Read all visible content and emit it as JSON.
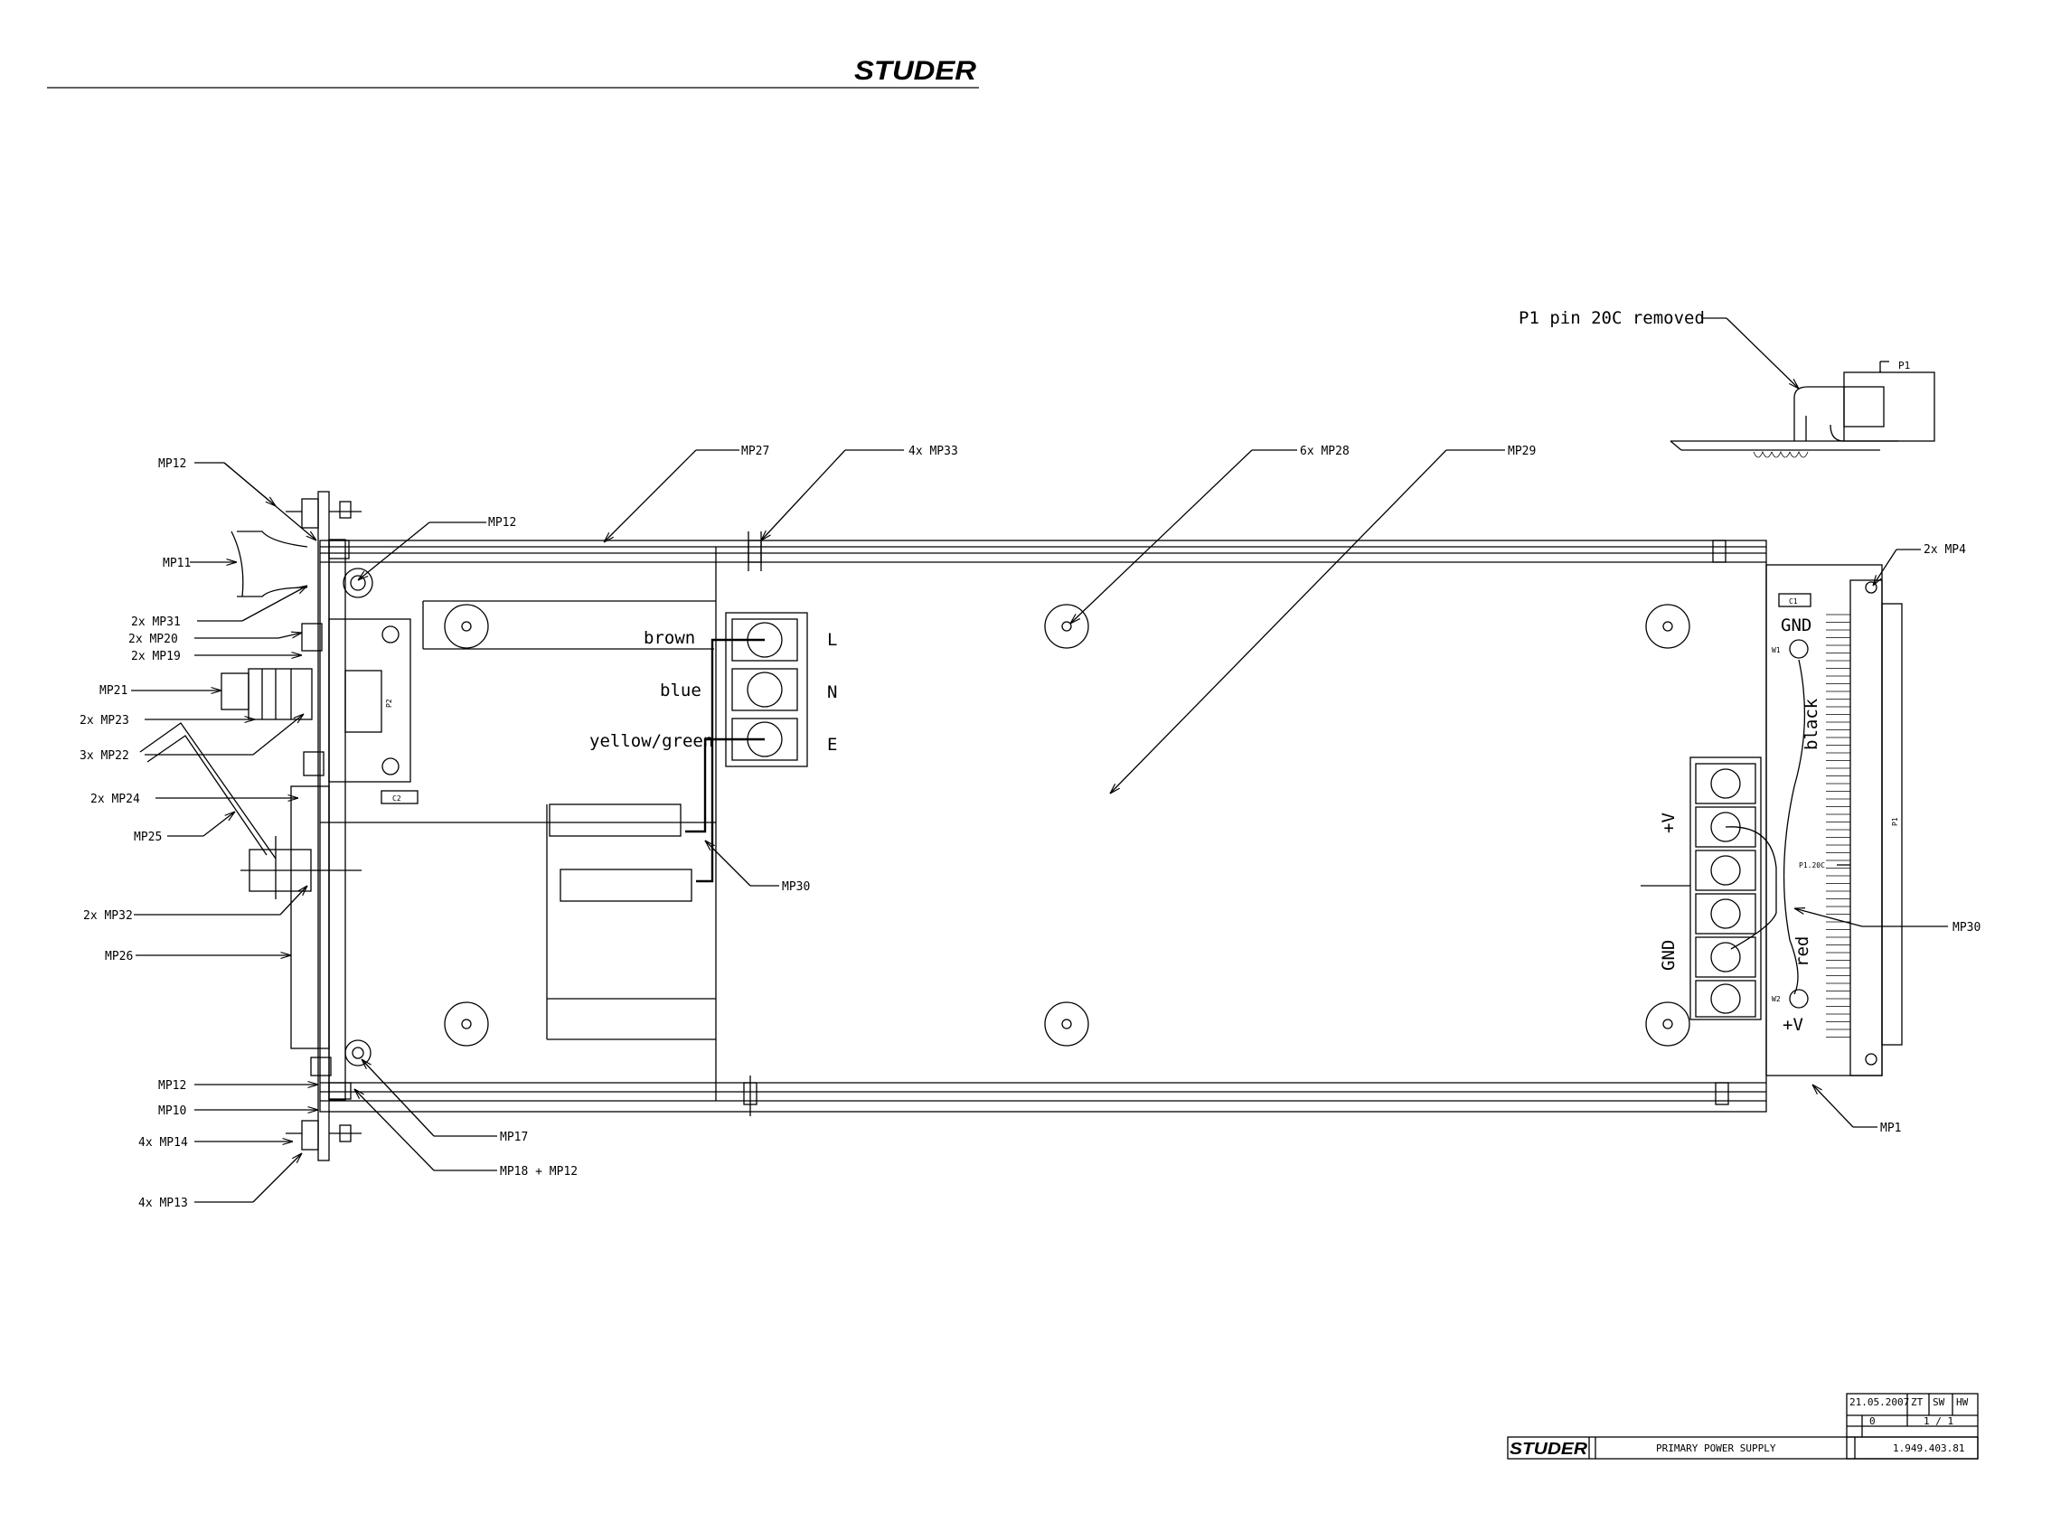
{
  "header": {
    "brand": "STUDER"
  },
  "callouts": {
    "p1_note": "P1 pin 20C removed",
    "p1_detail": "P1",
    "left": {
      "mp12_top": "MP12",
      "mp11": "MP11",
      "mp31": "2x  MP31",
      "mp20": "2x  MP20",
      "mp19": "2x  MP19",
      "mp21": "MP21",
      "mp23": "2x  MP23",
      "mp22": "3x  MP22",
      "mp24": "2x  MP24",
      "mp25": "MP25",
      "mp32": "2x  MP32",
      "mp26": "MP26",
      "mp12_bottom": "MP12",
      "mp10": "MP10",
      "mp14": "4x  MP14",
      "mp13": "4x  MP13"
    },
    "top": {
      "mp12_inner": "MP12",
      "mp27": "MP27",
      "mp33": "4x  MP33",
      "mp28": "6x  MP28",
      "mp29": "MP29"
    },
    "right": {
      "mp4": "2x  MP4",
      "mp30_right": "MP30",
      "mp1": "MP1"
    },
    "bottom": {
      "mp30_center": "MP30",
      "mp17": "MP17",
      "mp18": "MP18  +  MP12"
    }
  },
  "board": {
    "wire_brown": "brown",
    "wire_blue": "blue",
    "wire_yg": "yellow/green",
    "term_l": "L",
    "term_n": "N",
    "term_e": "E",
    "gnd_top": "GND",
    "black": "black",
    "plus_v_left": "+V",
    "gnd_left": "GND",
    "red": "red",
    "plus_v_bottom": "+V",
    "c1": "C1",
    "c2": "C2",
    "p2": "P2",
    "p1_connector": "P1",
    "p1_20c": "P1.20C",
    "w1": "W1",
    "w2": "W2"
  },
  "title_block": {
    "date": "21.05.2007",
    "col_zt": "ZT",
    "col_sw": "SW",
    "col_hw": "HW",
    "index_value": "0",
    "sheet": "1   /   1",
    "brand": "STUDER",
    "title": "PRIMARY POWER SUPPLY",
    "doc_number": "1.949.403.81"
  }
}
